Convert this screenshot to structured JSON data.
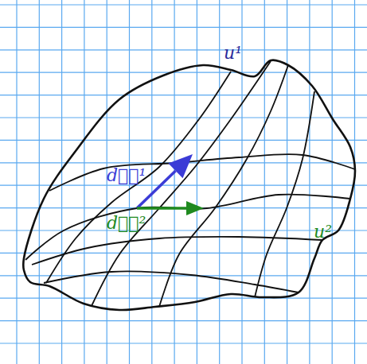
{
  "diagram": {
    "labels": [
      "u¹",
      "dℓ⃗¹",
      "dℓ⃗²",
      "u²"
    ]
  }
}
